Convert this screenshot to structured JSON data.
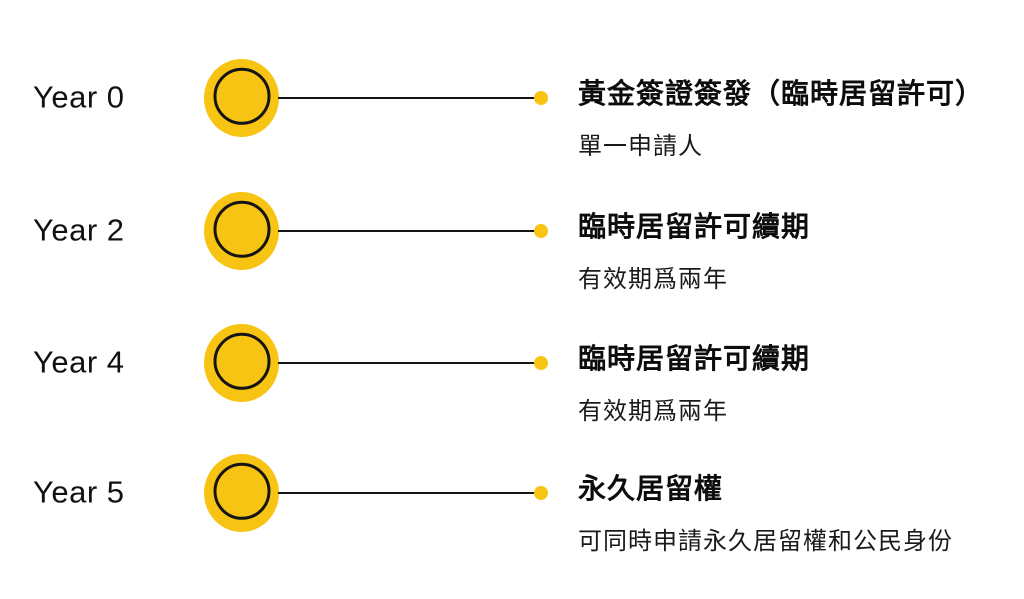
{
  "colors": {
    "accent_yellow": "#F8C413",
    "line_black": "#141414",
    "text_black": "#111111"
  },
  "timeline": {
    "rows": [
      {
        "year": "Year 0",
        "title": "黃金簽證簽發（臨時居留許可）",
        "subtitle": "單一申請人"
      },
      {
        "year": "Year 2",
        "title": "臨時居留許可續期",
        "subtitle": "有效期爲兩年"
      },
      {
        "year": "Year 4",
        "title": "臨時居留許可續期",
        "subtitle": "有效期爲兩年"
      },
      {
        "year": "Year 5",
        "title": "永久居留權",
        "subtitle": "可同時申請永久居留權和公民身份"
      }
    ]
  }
}
